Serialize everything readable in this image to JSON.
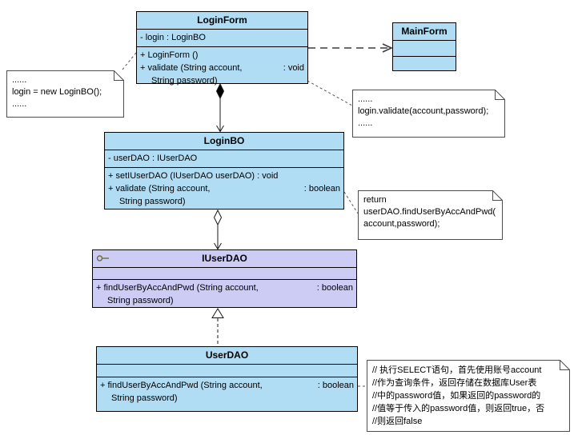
{
  "diagram_type": "uml-class-diagram",
  "colors": {
    "class-fill": "#b0ddf4",
    "interface-fill": "#ccccf5",
    "box-border": "#000000",
    "note-border": "#4d4d4d",
    "line-color": "#3c3c3c",
    "interface-icon-color": "#6e6e3c"
  },
  "classes": [
    {
      "name": "LoginForm",
      "attributes": [
        "- login : LoginBO"
      ],
      "methods": [
        {
          "sig": "+ LoginForm ()",
          "ret": "",
          "sig2": ""
        },
        {
          "sig": "+ validate (String account,",
          "ret": ": void",
          "sig2": "String password)"
        }
      ]
    },
    {
      "name": "MainForm",
      "attributes": [],
      "methods": []
    },
    {
      "name": "LoginBO",
      "attributes": [
        "- userDAO : IUserDAO"
      ],
      "methods": [
        {
          "sig": "+ setIUserDAO (IUserDAO userDAO) : void",
          "ret": "",
          "sig2": ""
        },
        {
          "sig": "+ validate (String account,",
          "ret": ": boolean",
          "sig2": "String password)"
        }
      ]
    },
    {
      "name": "IUserDAO",
      "stereotype": "interface",
      "attributes": [],
      "methods": [
        {
          "sig": "+ findUserByAccAndPwd (String account,",
          "ret": ": boolean",
          "sig2": "String password)"
        }
      ]
    },
    {
      "name": "UserDAO",
      "attributes": [],
      "methods": [
        {
          "sig": "+ findUserByAccAndPwd (String account,",
          "ret": ": boolean",
          "sig2": "String password)"
        }
      ]
    }
  ],
  "notes": [
    {
      "lines": [
        "......",
        "login = new LoginBO();",
        "......"
      ]
    },
    {
      "lines": [
        "......",
        "login.validate(account,password);",
        "......"
      ]
    },
    {
      "lines": [
        "return",
        "userDAO.findUserByAccAndPwd(",
        "account,password);"
      ]
    },
    {
      "lines": [
        "// 执行SELECT语句，首先使用账号account",
        "//作为查询条件，返回存储在数据库User表",
        "//中的password值，如果返回的password的",
        "//值等于传入的password值，则返回true，否",
        "//则返回false"
      ]
    }
  ],
  "relationships": [
    {
      "type": "dependency",
      "from": "LoginForm",
      "to": "MainForm",
      "line": "dashed",
      "head": "open-arrow"
    },
    {
      "type": "composition",
      "from": "LoginForm",
      "to": "LoginBO",
      "head": "filled-diamond+open-arrow"
    },
    {
      "type": "aggregation",
      "from": "LoginBO",
      "to": "IUserDAO",
      "head": "hollow-diamond+open-arrow"
    },
    {
      "type": "realization",
      "from": "UserDAO",
      "to": "IUserDAO",
      "line": "dashed",
      "head": "hollow-triangle"
    },
    {
      "type": "note-anchor",
      "from": "note-create-loginbo",
      "to": "LoginForm"
    },
    {
      "type": "note-anchor",
      "from": "LoginForm",
      "to": "note-login-validate"
    },
    {
      "type": "note-anchor",
      "from": "LoginBO",
      "to": "note-return-finduser"
    },
    {
      "type": "note-anchor",
      "from": "UserDAO",
      "to": "note-select-comment"
    }
  ]
}
